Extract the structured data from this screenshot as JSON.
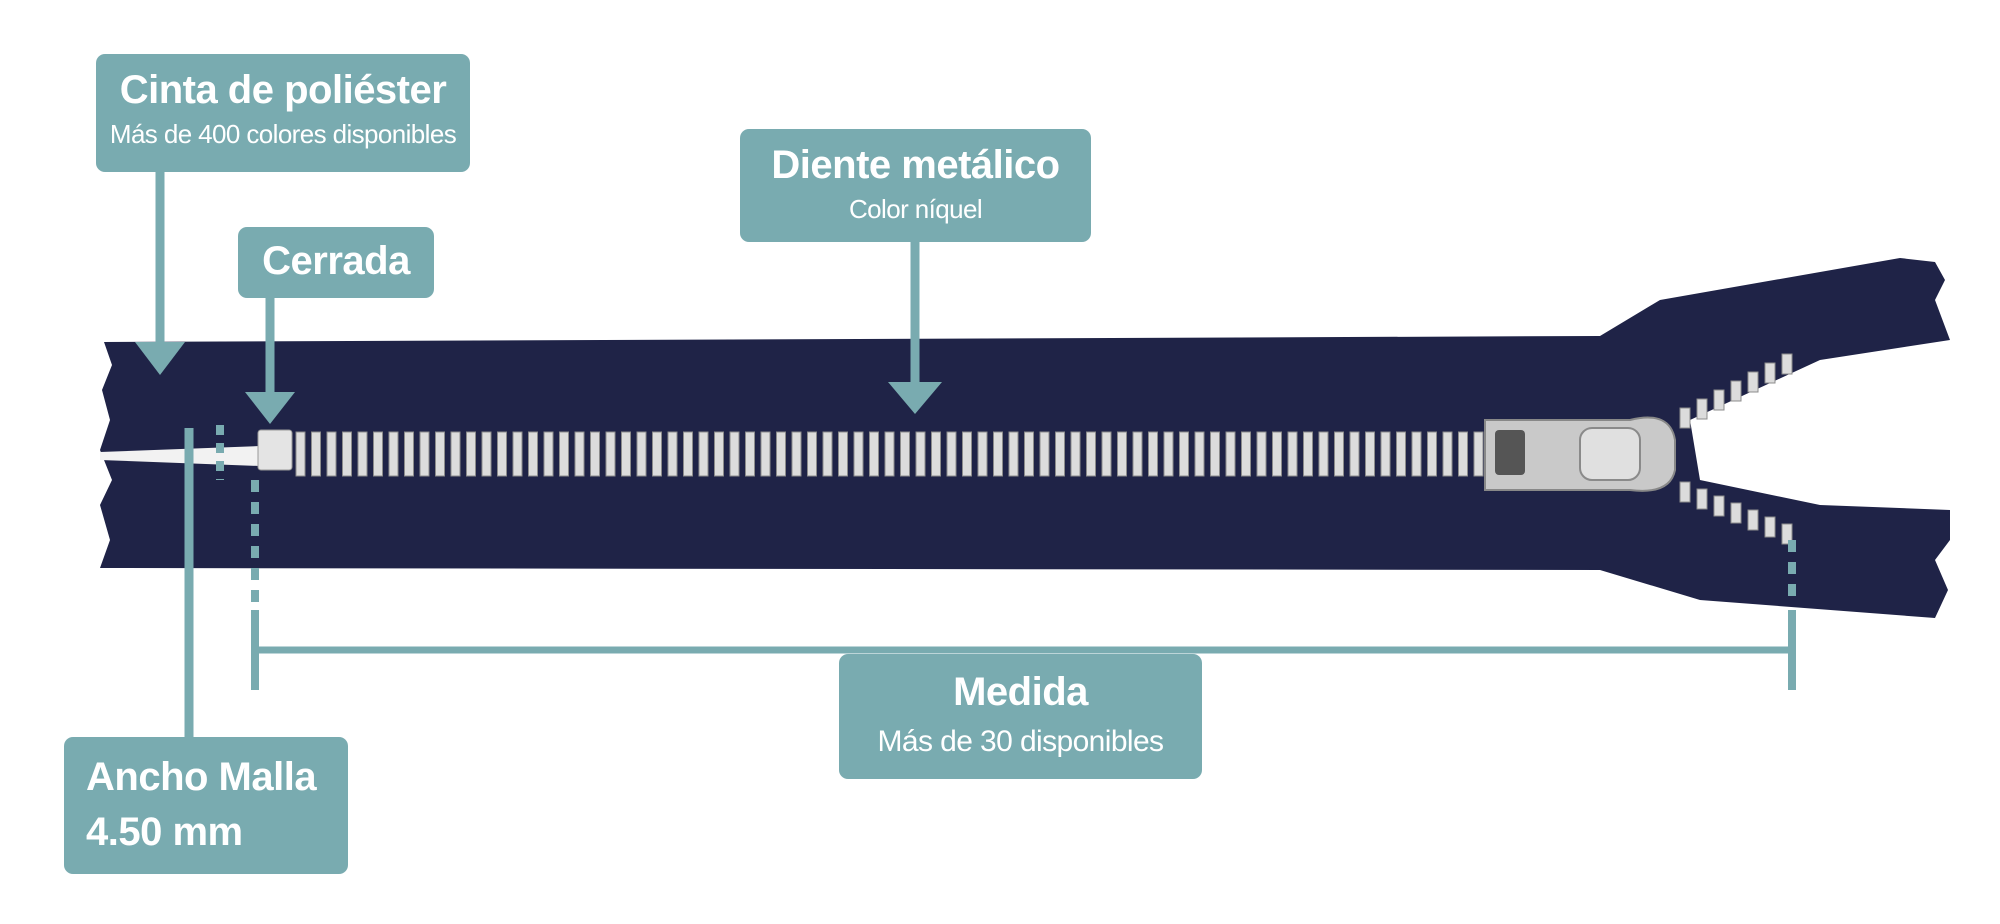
{
  "colors": {
    "accent": "#79abb0",
    "tape": "#1f2347",
    "teeth": "#d8d8d8"
  },
  "labels": {
    "tape": {
      "title": "Cinta de poliéster",
      "subtitle": "Más de 400 colores disponibles"
    },
    "teeth": {
      "title": "Diente metálico",
      "subtitle": "Color níquel"
    },
    "closed": {
      "title": "Cerrada"
    },
    "width": {
      "title": "Ancho Malla",
      "value": "4.50 mm"
    },
    "length": {
      "title": "Medida",
      "subtitle": "Más de 30 disponibles"
    }
  }
}
